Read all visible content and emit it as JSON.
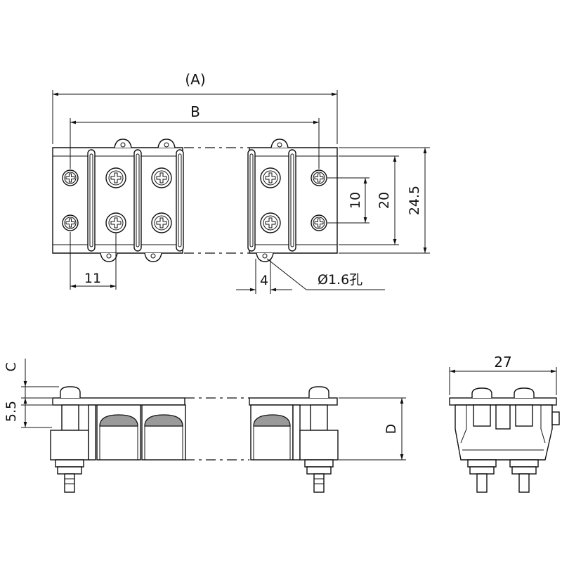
{
  "dimensions": {
    "overall_length": "(A)",
    "mounting_pitch": "B",
    "terminal_pitch": "11",
    "hole_offset": "4",
    "hole_note": "Ø1.6孔",
    "inner_pitch": "10",
    "mount_height": "20",
    "overall_width": "24.5",
    "screw_head": "C",
    "plate_thickness": "5.5",
    "height": "D",
    "side_width": "27"
  }
}
